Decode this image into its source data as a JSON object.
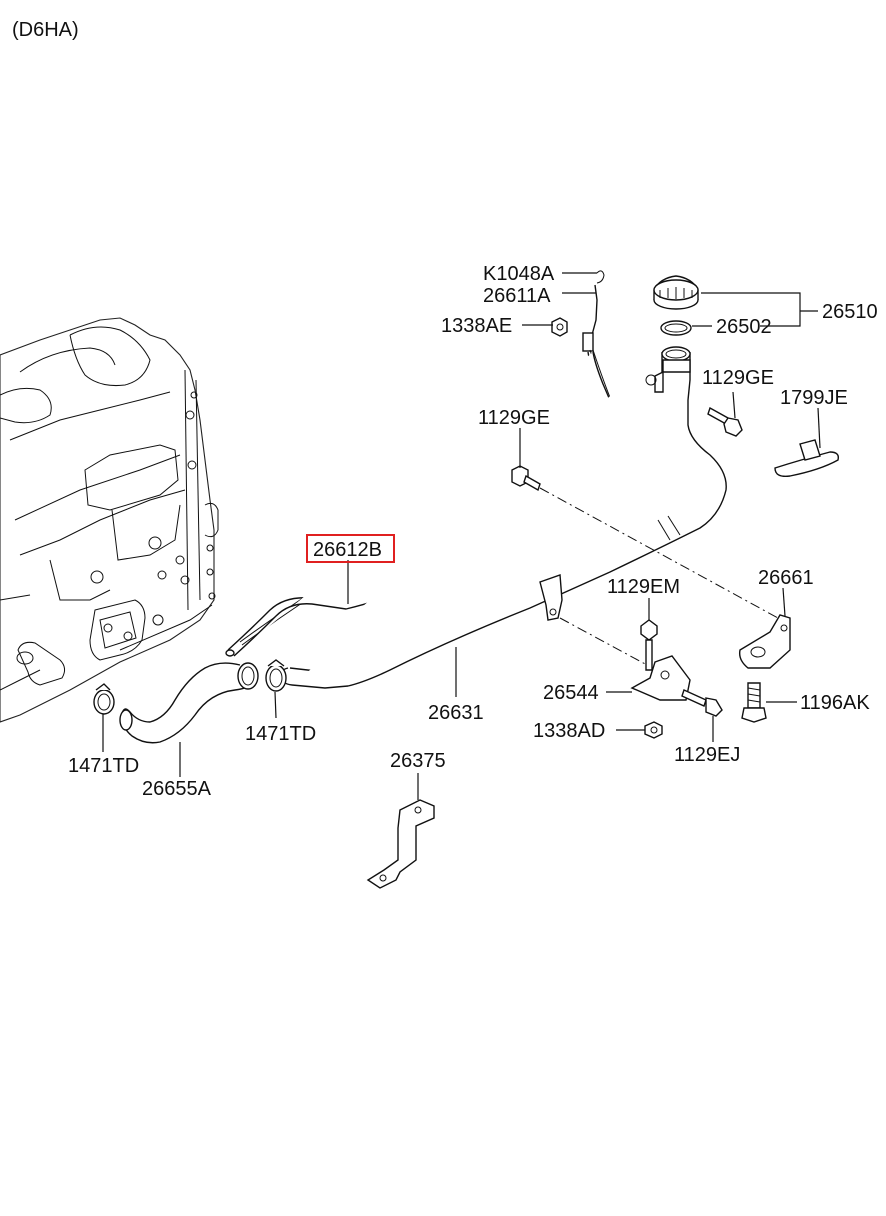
{
  "header": {
    "model": "(D6HA)"
  },
  "highlight": {
    "color": "#e02020"
  },
  "labels": {
    "k1048a": "K1048A",
    "p26611a": "26611A",
    "p1338ae": "1338AE",
    "p26510": "26510",
    "p26502": "26502",
    "p1129ge_a": "1129GE",
    "p1799je": "1799JE",
    "p1129ge_b": "1129GE",
    "p26612b": "26612B",
    "p26661": "26661",
    "p1129em": "1129EM",
    "p26544": "26544",
    "p1196ak": "1196AK",
    "p26631": "26631",
    "p1338ad": "1338AD",
    "p1129ej": "1129EJ",
    "p1471td_a": "1471TD",
    "p1471td_b": "1471TD",
    "p26655a": "26655A",
    "p26375": "26375"
  }
}
